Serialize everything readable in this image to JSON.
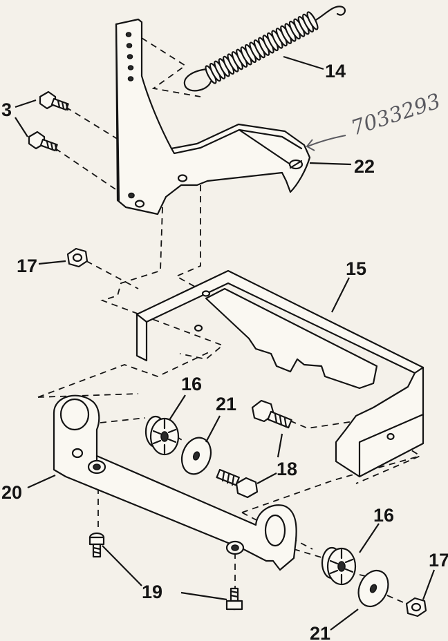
{
  "callouts": {
    "c14": "14",
    "c3": "3",
    "c22": "22",
    "c17a": "17",
    "c15": "15",
    "c16a": "16",
    "c21a": "21",
    "c18": "18",
    "c20": "20",
    "c16b": "16",
    "c17b": "17",
    "c19": "19",
    "c21b": "21"
  },
  "annotation": {
    "handwritten_note": "7033293"
  },
  "colors": {
    "ink": "#141414",
    "paper": "#f4f1ea",
    "pen": "#5a5a60"
  }
}
